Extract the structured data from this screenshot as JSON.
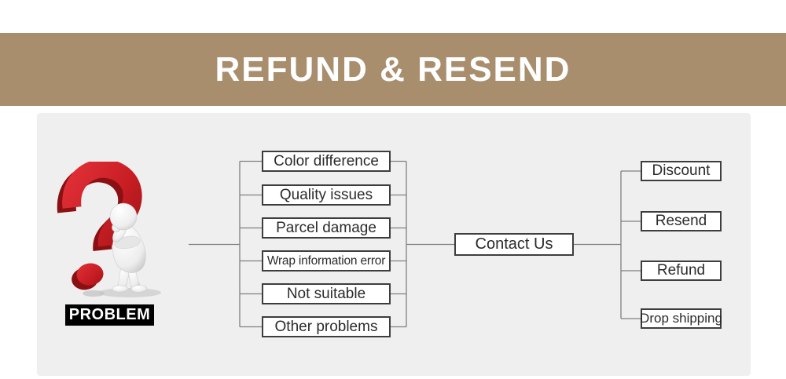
{
  "banner": {
    "title": "REFUND & RESEND"
  },
  "problem": {
    "label": "PROBLEM"
  },
  "flow": {
    "problems": [
      "Color difference",
      "Quality issues",
      "Parcel damage",
      "Wrap information error",
      "Not suitable",
      "Other problems"
    ],
    "hub": "Contact Us",
    "outcomes": [
      "Discount",
      "Resend",
      "Refund",
      "Drop shipping"
    ]
  },
  "colors": {
    "banner-bg": "#a98e6e",
    "banner-text": "#ffffff",
    "card-bg": "#efefef",
    "box-bg": "#ffffff",
    "box-border": "#3d3d3d",
    "line": "#7f7f7f",
    "text": "#2b2b2b",
    "question-red": "#c91e24",
    "question-red-dark": "#8a1014",
    "problem-bg": "#000000",
    "problem-text": "#ffffff"
  }
}
